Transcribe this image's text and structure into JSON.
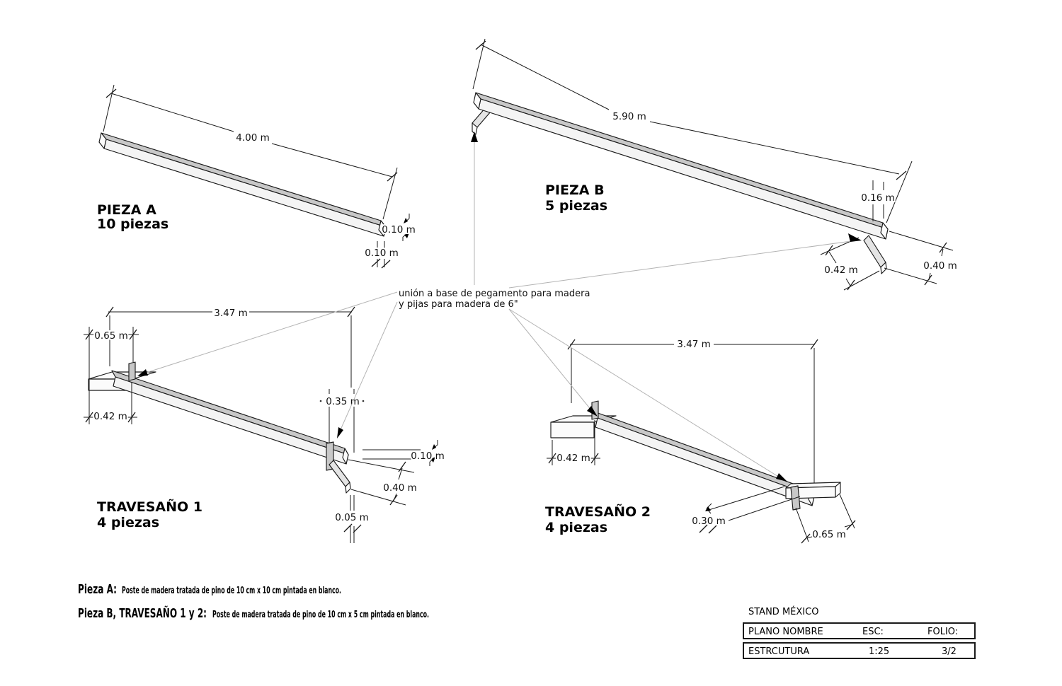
{
  "colors": {
    "line": "#1a1a1a",
    "leader_line": "#b3b3b3",
    "beam_top_face": "#c8c8c8",
    "beam_front_face": "#f4f4f4",
    "beam_end_cap": "#fcfcfc",
    "tab_face": "#c8c8c8",
    "tab_light_face": "#e4e4e4",
    "board_face": "#fbfbfb",
    "background": "#ffffff"
  },
  "note": {
    "line1": "unión a base de pegamento para madera",
    "line2": "y pijas para madera de 6\""
  },
  "pieza_a": {
    "title": "PIEZA A",
    "count": "10 piezas",
    "length": "4.00 m",
    "height": "0.10 m",
    "width": "0.10 m"
  },
  "pieza_b": {
    "title": "PIEZA B",
    "count": "5 piezas",
    "length": "5.90 m",
    "end_width": "0.16 m",
    "tab_offset": "0.42 m",
    "tab_length": "0.40 m"
  },
  "travesano1": {
    "title": "TRAVESAÑO 1",
    "count": "4 piezas",
    "length": "3.47 m",
    "left_top": "0.65 m",
    "left_bottom": "0.42 m",
    "notch": "0.35 m",
    "thickness": "0.10 m",
    "tab_length": "0.40 m",
    "tab_gap": "0.05 m"
  },
  "travesano2": {
    "title": "TRAVESAÑO 2",
    "count": "4 piezas",
    "length": "3.47 m",
    "left": "0.42 m",
    "tab_offset": "0.30 m",
    "tab_length": "0.65 m"
  },
  "footnotes": {
    "a_label": "Pieza A:",
    "a_text": "Poste de madera tratada de pino de 10 cm x 10 cm pintada en blanco.",
    "b_label": "Pieza B, TRAVESAÑO 1 y 2:",
    "b_text": "Poste de madera tratada de pino de 10 cm x 5 cm pintada en blanco."
  },
  "title_block": {
    "project": "STAND MÉXICO",
    "col1_header": "PLANO NOMBRE",
    "col2_header": "ESC:",
    "col3_header": "FOLIO:",
    "col1_value": "ESTRCUTURA",
    "col2_value": "1:25",
    "col3_value": "3/2"
  }
}
